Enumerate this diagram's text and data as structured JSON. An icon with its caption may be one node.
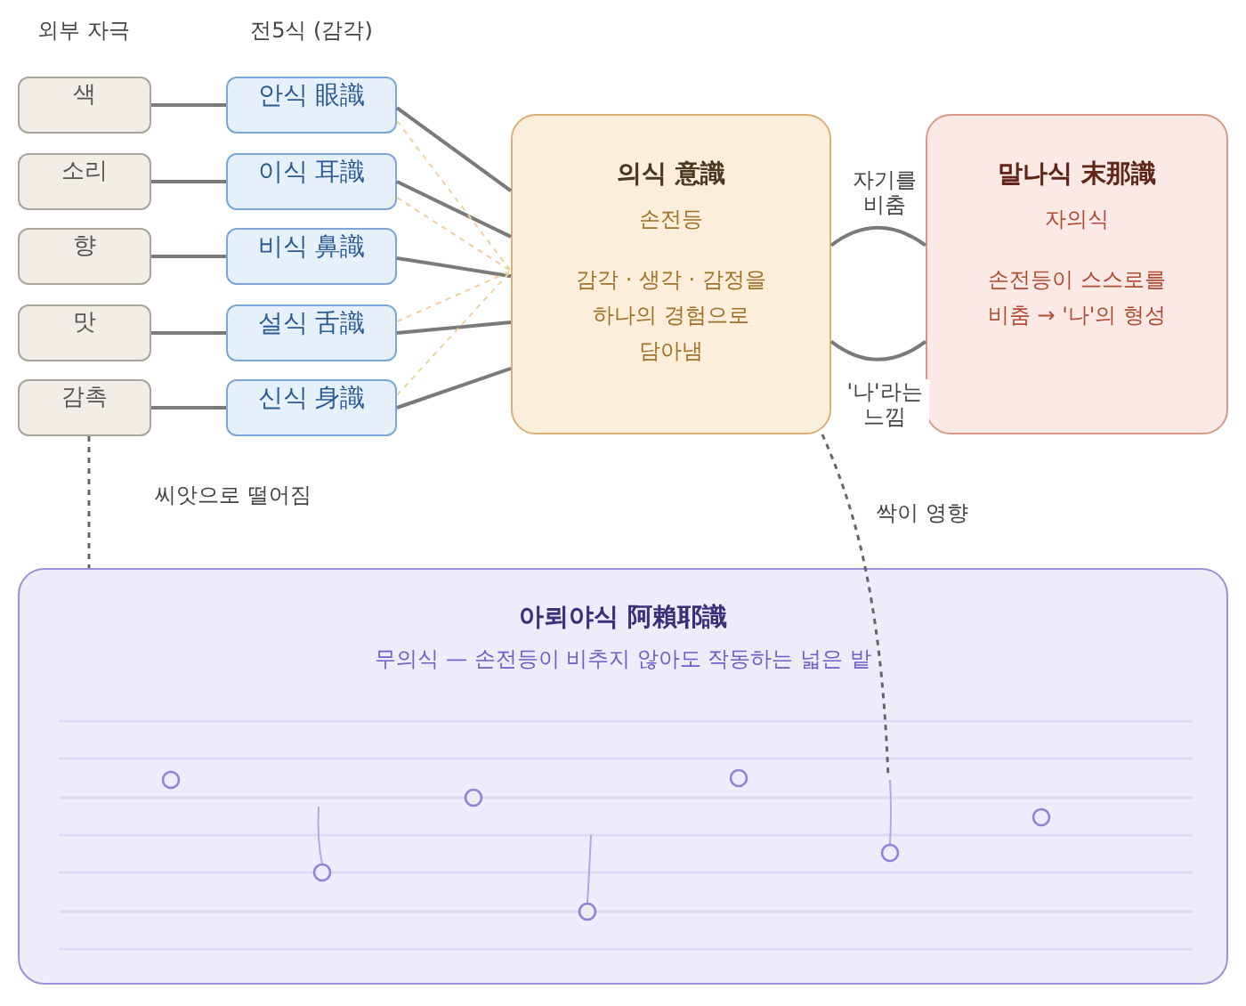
{
  "diagram": {
    "nodes": [
      {
        "text": [
          "색"
        ]
      },
      {
        "text": [
          "소리"
        ]
      },
      {
        "text": [
          "향"
        ]
      },
      {
        "text": [
          "맛"
        ]
      },
      {
        "text": [
          "감촉"
        ]
      },
      {
        "text": [
          "안식 眼識"
        ]
      },
      {
        "text": [
          "이식 耳識"
        ]
      },
      {
        "text": [
          "비식 鼻識"
        ]
      },
      {
        "text": [
          "설식 舌識"
        ]
      },
      {
        "text": [
          "신식 身識"
        ]
      },
      {
        "text": [
          "의식 意識",
          "손전등",
          "감각 · 생각 · 감정을 하나의 경험으로 담아냄"
        ]
      },
      {
        "text": [
          "말나식 末那識",
          "자의식",
          "손전등이 스스로를 비춤 → '나'의 형성"
        ]
      },
      {
        "text": [
          "아뢰야식 阿賴耶識",
          "무의식 — 손전등이 비추지 않아도 작동하는 넓은 밭"
        ]
      },
      {
        "text": [],
        "shape": "circle",
        "in": 12
      }
    ],
    "edges": [
      {
        "from": 0,
        "to": 5,
        "arrow": "none"
      },
      {
        "from": 1,
        "to": 6,
        "arrow": "none"
      },
      {
        "from": 2,
        "to": 7,
        "arrow": "none"
      },
      {
        "from": 3,
        "to": 8,
        "arrow": "none"
      },
      {
        "from": 4,
        "to": 9,
        "arrow": "none"
      },
      {
        "from": 5,
        "to": 10,
        "arrow": "none"
      },
      {
        "from": 6,
        "to": 10,
        "arrow": "none"
      },
      {
        "from": 7,
        "to": 10,
        "arrow": "none"
      },
      {
        "from": 8,
        "to": 10,
        "arrow": "none"
      },
      {
        "from": 9,
        "to": 10,
        "arrow": "none"
      },
      {
        "from": 5,
        "to": 10,
        "arrow": "none",
        "style": "dashed",
        "color": "#f0cf9f"
      },
      {
        "from": 6,
        "to": 10,
        "arrow": "none",
        "style": "dashed",
        "color": "#f0cf9f"
      },
      {
        "from": 8,
        "to": 10,
        "arrow": "none",
        "style": "dashed",
        "color": "#f0cf9f"
      },
      {
        "from": 9,
        "to": 10,
        "arrow": "none",
        "style": "dashed",
        "color": "#f0cf9f"
      },
      {
        "from": 10,
        "to": 11,
        "arrow": "none",
        "label": "자기를 비춤"
      },
      {
        "from": 10,
        "to": 11,
        "arrow": "none",
        "label": "'나'라는 느낌"
      },
      {
        "from": 4,
        "to": 12,
        "arrow": "none",
        "style": "dashed",
        "label": "씨앗으로 떨어짐"
      },
      {
        "from": 10,
        "to": 13,
        "arrow": "none",
        "style": "dashed",
        "label": "싹이 영향"
      }
    ],
    "labels": [
      "외부 자극",
      "전5식 (감각)"
    ]
  }
}
